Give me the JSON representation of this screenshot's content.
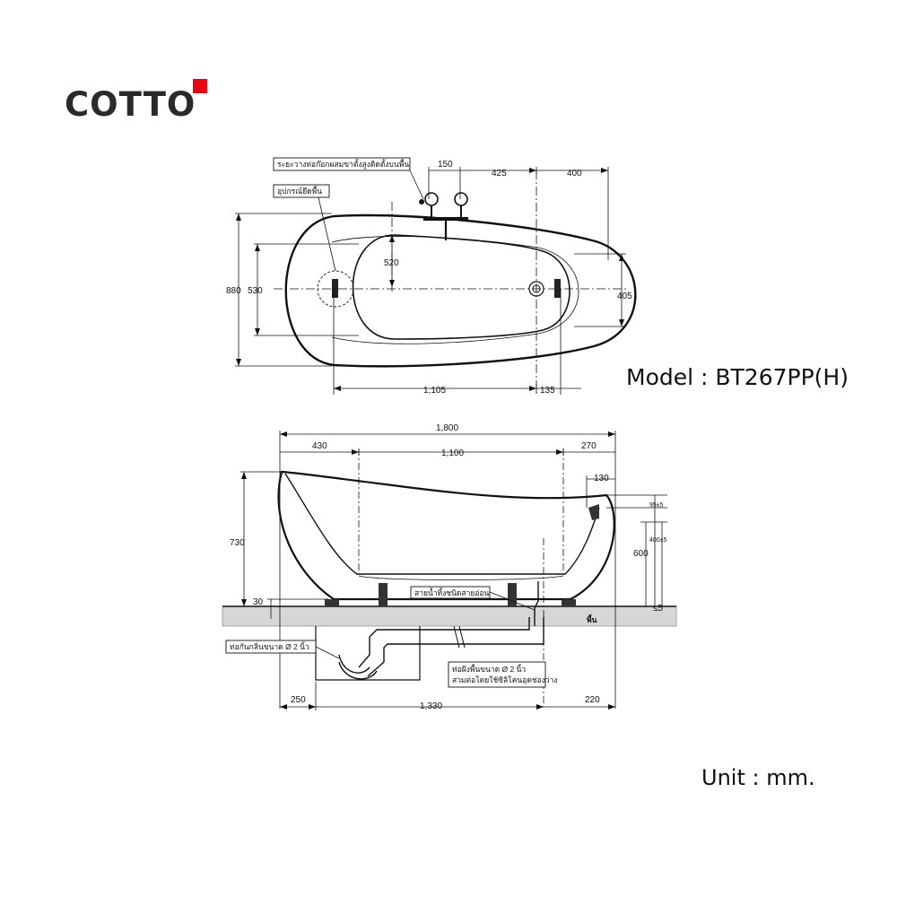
{
  "brand": {
    "name": "COTTO",
    "accent_color": "#e30613"
  },
  "model_label": "Model : BT267PP(H)",
  "unit_label": "Unit : mm.",
  "top_view": {
    "callouts": {
      "faucet_spacing": "ระยะวางท่อก๊อกผสมขาตั้งสูงติดตั้งบนพื้น",
      "floor_anchor": "อุปกรณ์ยึดพื้น"
    },
    "dimensions": {
      "faucet_offset": "150",
      "faucet_to_drain": "425",
      "drain_to_end": "400",
      "inner_width": "520",
      "overall_width": "880",
      "inner_width_2": "530",
      "right_inner_width": "405",
      "length_a": "1,105",
      "length_b": "135"
    }
  },
  "side_view": {
    "callouts": {
      "flexible_hose": "สายน้ำทิ้งชนิดสายอ่อน",
      "floor": "พื้น",
      "trap": "ท่อกันกลิ่นขนาด Ø 2 นิ้ว",
      "embedded_pipe_line1": "ท่อฝังพื้นขนาด Ø 2 นิ้ว",
      "embedded_pipe_line2": "สวมต่อโดยใช้ซิลิโคนอุดช่องว่าง"
    },
    "dimensions": {
      "overall_length": "1,800",
      "left_section": "430",
      "inner_length": "1,100",
      "right_section": "270",
      "overflow_offset": "130",
      "height": "730",
      "foot_height": "30",
      "overflow_height": "95±5",
      "overflow_range": "400±5",
      "rim_height": "600",
      "floor_gap": "≤5",
      "trap_offset": "250",
      "pipe_length": "1,330",
      "drain_offset": "220"
    }
  }
}
